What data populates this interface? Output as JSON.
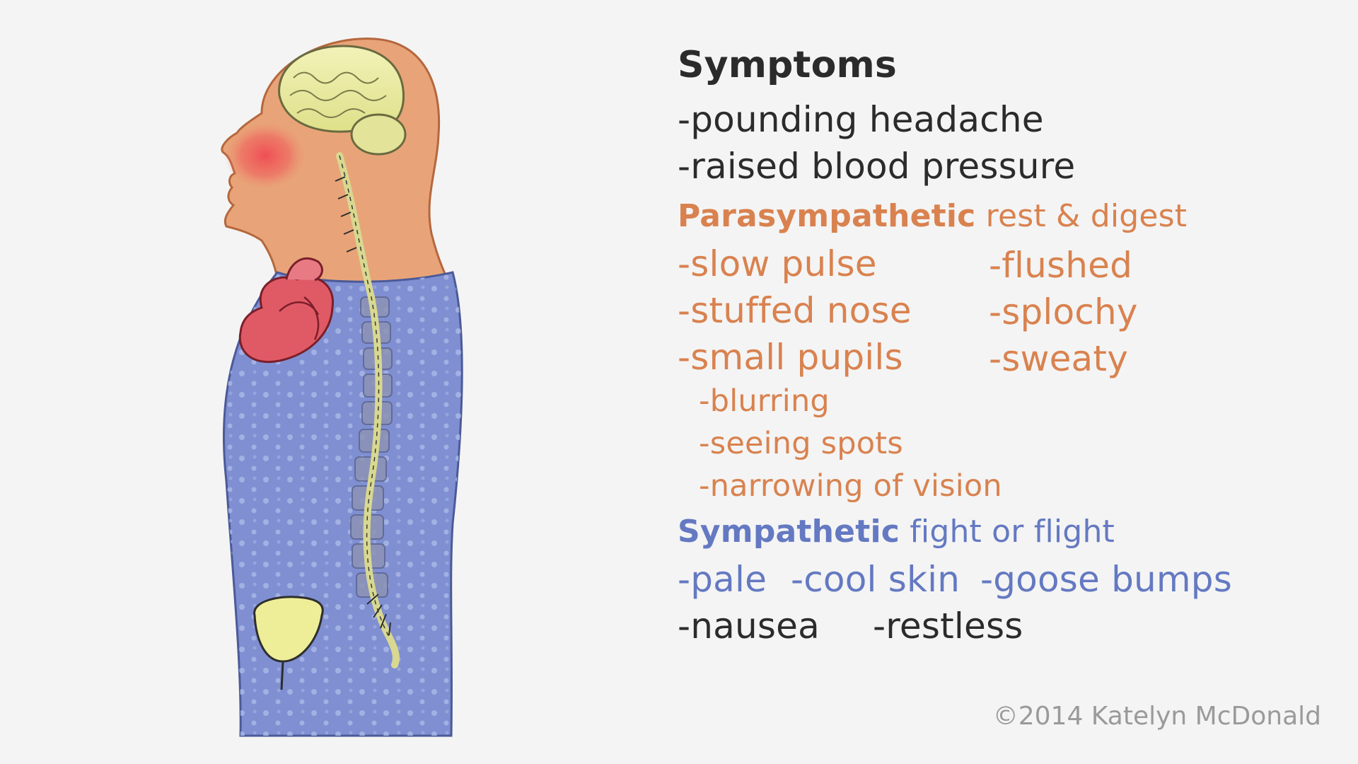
{
  "symptoms": {
    "title": "Symptoms",
    "general": [
      "-pounding headache",
      "-raised blood pressure"
    ]
  },
  "parasympathetic": {
    "name": "Parasympathetic",
    "subtitle": "rest & digest",
    "left": [
      "-slow pulse",
      "-stuffed nose",
      "-small pupils"
    ],
    "right": [
      "-flushed",
      "-splochy",
      "-sweaty"
    ],
    "vision": [
      "-blurring",
      "-seeing spots",
      "-narrowing of vision"
    ],
    "color": "#d9824f"
  },
  "sympathetic": {
    "name": "Sympathetic",
    "subtitle": "fight or flight",
    "items": [
      "-pale",
      "-cool skin",
      "-goose bumps"
    ],
    "color": "#6479c2"
  },
  "common": [
    "-nausea",
    "-restless"
  ],
  "copyright": "©2014 Katelyn McDonald",
  "colors": {
    "background": "#f4f4f4",
    "text": "#2b2b2b",
    "skin": "#e8a478",
    "body_blue": "#7f8fd2",
    "heart": "#e05a66",
    "brain": "#ecec9a",
    "bladder": "#eeee98",
    "flush": "#f04a52"
  }
}
